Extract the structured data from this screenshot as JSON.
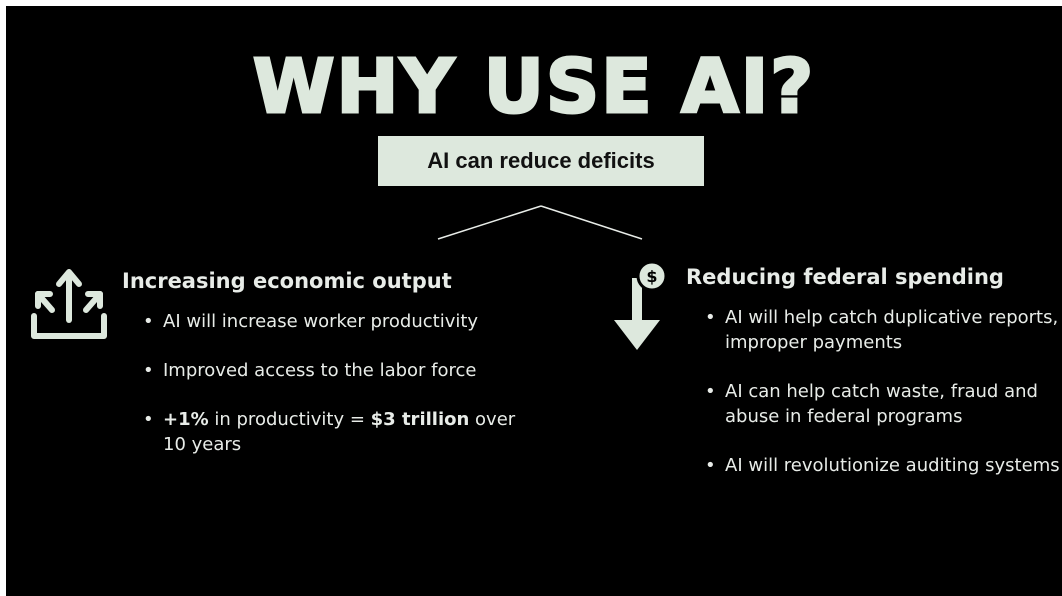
{
  "title": "WHY USE AI?",
  "subtitle": "AI can reduce deficits",
  "left": {
    "icon": "upload-arrows-icon",
    "heading": "Increasing economic output",
    "bullet1": "AI will increase worker productivity",
    "bullet2": "Improved access to the labor force",
    "bullet3": {
      "part1": "+1%",
      "part2": " in productivity = ",
      "part3": "$3 trillion",
      "part4": " over 10 years"
    }
  },
  "right": {
    "icon": "dollar-down-arrow-icon",
    "icon_symbol": "$",
    "heading": "Reducing federal spending",
    "bullet1": "AI will help catch duplicative reports, improper payments",
    "bullet2": "AI can help catch waste, fraud and abuse in federal programs",
    "bullet3": "AI will revolutionize auditing systems"
  },
  "colors": {
    "background": "#000000",
    "accent": "#dde8dd",
    "text": "#e8ece8"
  }
}
